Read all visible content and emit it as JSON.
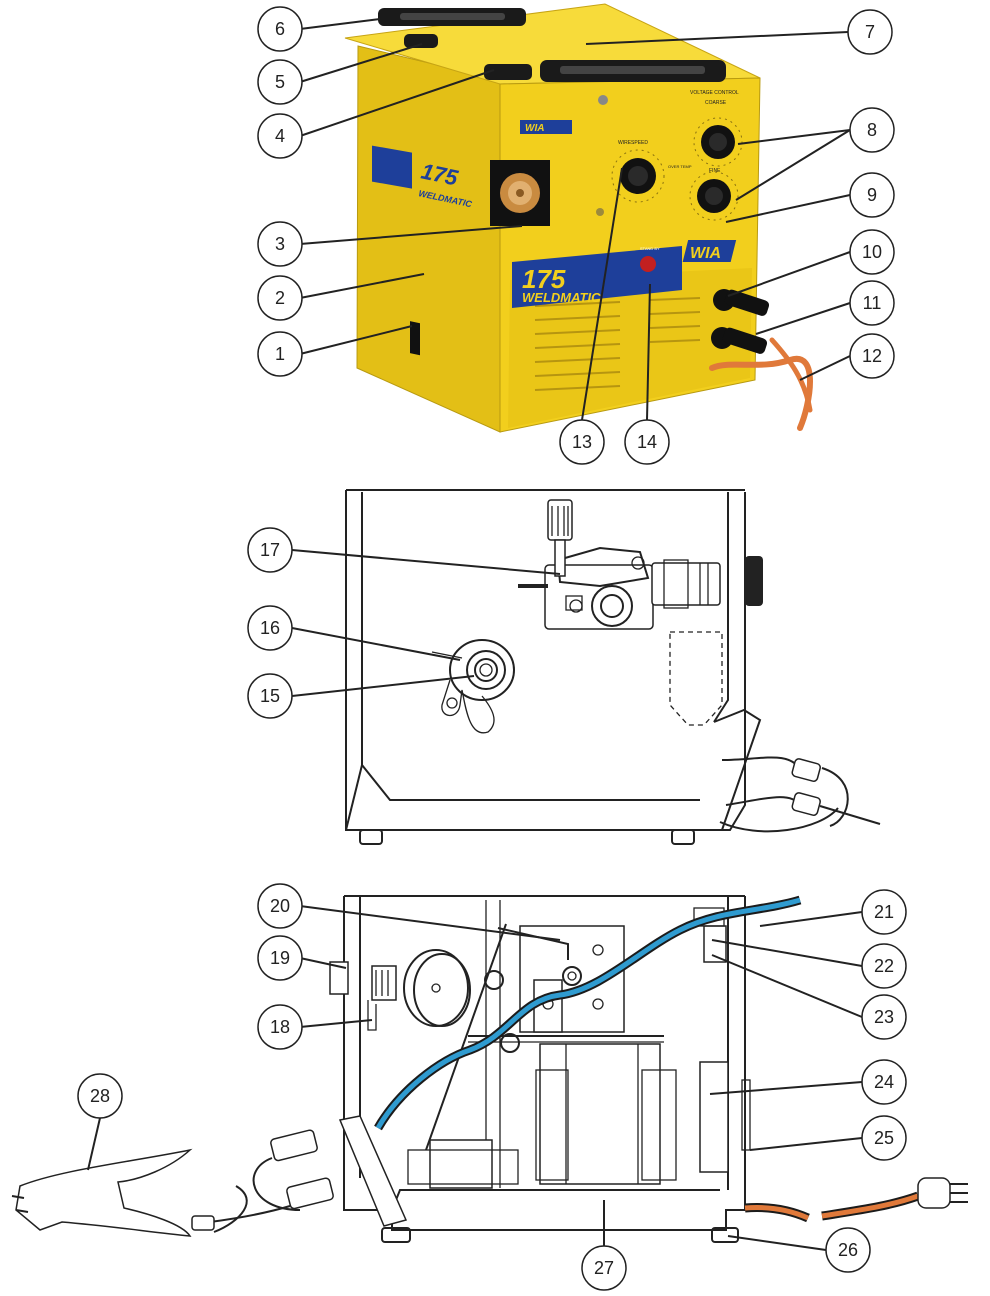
{
  "diagram": {
    "callouts": [
      "1",
      "2",
      "3",
      "4",
      "5",
      "6",
      "7",
      "8",
      "9",
      "10",
      "11",
      "12",
      "13",
      "14",
      "15",
      "16",
      "17",
      "18",
      "19",
      "20",
      "21",
      "22",
      "23",
      "24",
      "25",
      "26",
      "27",
      "28"
    ],
    "machine": {
      "model_number": "175",
      "model_name": "WELDMATIC",
      "brand": "WIA",
      "side_number": "175",
      "side_name": "WELDMATIC",
      "control_label_voltage": "VOLTAGE CONTROL",
      "control_label_coarse": "COARSE",
      "control_label_fine": "FINE",
      "control_label_wirespeed": "WIRESPEED",
      "control_label_standby": "STAND BY",
      "control_label_overtemp": "OVER TEMP"
    },
    "colors": {
      "body_yellow": "#f2cf1d",
      "body_shade": "#d9b514",
      "panel_blue": "#1e3f9a",
      "lead_orange": "#e0793a",
      "cable_blue": "#2f9bd0",
      "outline": "#222222"
    }
  }
}
